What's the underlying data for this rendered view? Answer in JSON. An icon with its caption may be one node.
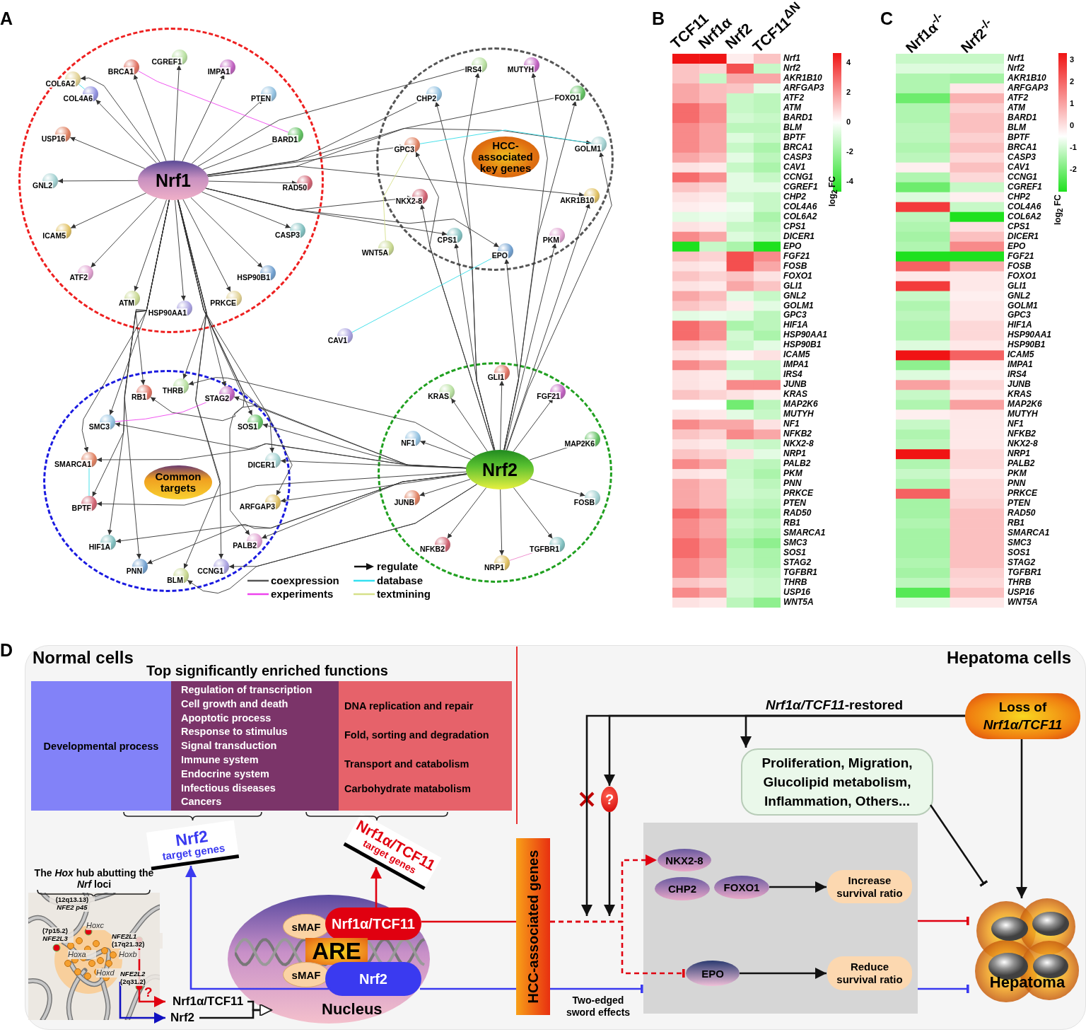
{
  "diagram": {
    "nodes": [
      {
        "text": [],
        "shape": "circle"
      },
      {
        "text": [
          "Nrf1"
        ],
        "in": 0
      },
      {
        "text": [
          "COL6A2"
        ],
        "in": 0
      },
      {
        "text": [
          "COL4A6"
        ],
        "in": 0
      },
      {
        "text": [
          "BRCA1"
        ],
        "in": 0
      },
      {
        "text": [
          "CGREF1"
        ],
        "in": 0
      },
      {
        "text": [
          "IMPA1"
        ],
        "in": 0
      },
      {
        "text": [
          "PTEN"
        ],
        "in": 0
      },
      {
        "text": [
          "BARD1"
        ],
        "in": 0
      },
      {
        "text": [
          "USP16"
        ],
        "in": 0
      },
      {
        "text": [
          "GNL2"
        ],
        "in": 0
      },
      {
        "text": [
          "RAD50"
        ],
        "in": 0
      },
      {
        "text": [
          "ICAM5"
        ],
        "in": 0
      },
      {
        "text": [
          "CASP3"
        ],
        "in": 0
      },
      {
        "text": [
          "ATF2"
        ],
        "in": 0
      },
      {
        "text": [
          "HSP90B1"
        ],
        "in": 0
      },
      {
        "text": [
          "ATM"
        ],
        "in": 0
      },
      {
        "text": [
          "HSP90AA1"
        ],
        "in": 0
      },
      {
        "text": [
          "PRKCE"
        ],
        "in": 0
      },
      {
        "text": [],
        "shape": "circle"
      },
      {
        "text": [
          "HCC-associated key genes"
        ],
        "in": 19
      },
      {
        "text": [
          "IRS4"
        ],
        "in": 19
      },
      {
        "text": [
          "MUTYH"
        ],
        "in": 19
      },
      {
        "text": [
          "CHP2"
        ],
        "in": 19
      },
      {
        "text": [
          "FOXO1"
        ],
        "in": 19
      },
      {
        "text": [
          "GPC3"
        ],
        "in": 19
      },
      {
        "text": [
          "GOLM1"
        ],
        "in": 19
      },
      {
        "text": [
          "NKX2-8"
        ],
        "in": 19
      },
      {
        "text": [
          "AKR1B10"
        ],
        "in": 19
      },
      {
        "text": [
          "CPS1"
        ],
        "in": 19
      },
      {
        "text": [
          "PKM"
        ],
        "in": 19
      },
      {
        "text": [
          "EPO"
        ],
        "in": 19
      },
      {
        "text": [
          "WNT5A"
        ]
      },
      {
        "text": [
          "CAV1"
        ]
      },
      {
        "text": [],
        "shape": "circle"
      },
      {
        "text": [
          "Common targets"
        ],
        "in": 34
      },
      {
        "text": [
          "RB1"
        ],
        "in": 34
      },
      {
        "text": [
          "THRB"
        ],
        "in": 34
      },
      {
        "text": [
          "STAG2"
        ],
        "in": 34
      },
      {
        "text": [
          "SMC3"
        ],
        "in": 34
      },
      {
        "text": [
          "SOS1"
        ],
        "in": 34
      },
      {
        "text": [
          "SMARCA1"
        ],
        "in": 34
      },
      {
        "text": [
          "DICER1"
        ],
        "in": 34
      },
      {
        "text": [
          "BPTF"
        ],
        "in": 34
      },
      {
        "text": [
          "ARFGAP3"
        ],
        "in": 34
      },
      {
        "text": [
          "HIF1A"
        ],
        "in": 34
      },
      {
        "text": [
          "PALB2"
        ],
        "in": 34
      },
      {
        "text": [
          "PNN"
        ],
        "in": 34
      },
      {
        "text": [
          "BLM"
        ],
        "in": 34
      },
      {
        "text": [
          "CCNG1"
        ],
        "in": 34
      },
      {
        "text": [],
        "shape": "circle"
      },
      {
        "text": [
          "Nrf2"
        ],
        "in": 50
      },
      {
        "text": [
          "GLI1"
        ],
        "in": 50
      },
      {
        "text": [
          "KRAS"
        ],
        "in": 50
      },
      {
        "text": [
          "FGF21"
        ],
        "in": 50
      },
      {
        "text": [
          "NF1"
        ],
        "in": 50
      },
      {
        "text": [
          "MAP2K6"
        ],
        "in": 50
      },
      {
        "text": [
          "JUNB"
        ],
        "in": 50
      },
      {
        "text": [
          "FOSB"
        ],
        "in": 50
      },
      {
        "text": [
          "NFKB2"
        ],
        "in": 50
      },
      {
        "text": [
          "NRP1"
        ],
        "in": 50
      },
      {
        "text": [
          "TGFBR1"
        ],
        "in": 50
      },
      {
        "text": [
          "Normal cells",
          "Hepatoma cells"
        ]
      },
      {
        "text": [
          "Developmental process"
        ],
        "in": 62
      },
      {
        "text": [
          "Regulation of transcription",
          "Cell growth and death",
          "Apoptotic process",
          "Response to stimulus",
          "Signal transduction",
          "Immune system",
          "Endocrine system",
          "Infectious diseases",
          "Cancers"
        ],
        "in": 62
      },
      {
        "text": [
          "DNA replication and repair",
          "Fold, sorting and degradation",
          "Transport and catabolism",
          "Carbohydrate matabolism"
        ],
        "in": 62
      },
      {
        "text": [
          "Nrf2",
          "target genes"
        ],
        "in": 62
      },
      {
        "text": [
          "Nrf1α/TCF11",
          "target genes"
        ],
        "in": 62
      },
      {
        "text": [
          "The *Hox* hub abutting the *Nrf* loci",
          "(12q13.13) *NFE2 p45*",
          "Hoxc",
          "(7p15.2) *NFE2L3*",
          "Hoxa",
          "*NFE2L1* (17q21.32)",
          "Hoxb",
          "Hoxd",
          "*NFE2L2* (2q31.2)"
        ],
        "in": 62
      },
      {
        "text": [
          "Nrf1α/TCF11"
        ],
        "in": 62
      },
      {
        "text": [
          "Nrf2"
        ],
        "in": 62
      },
      {
        "text": [
          "Nucleus"
        ],
        "in": 62
      },
      {
        "text": [
          "sMAF"
        ],
        "in": 71
      },
      {
        "text": [
          "Nrf1α/TCF11"
        ],
        "in": 71
      },
      {
        "text": [
          "ARE"
        ],
        "in": 71
      },
      {
        "text": [
          "sMAF"
        ],
        "in": 71
      },
      {
        "text": [
          "Nrf2"
        ],
        "in": 71
      },
      {
        "text": [
          "HCC-associated genes"
        ],
        "in": 62
      },
      {
        "text": [
          "Loss of *Nrf1α/TCF11*"
        ],
        "in": 62
      },
      {
        "text": [
          "?"
        ],
        "in": 62
      },
      {
        "text": [
          "Proliferation, Migration, Glucolipid metabolism, Inflammation, Others..."
        ],
        "in": 62
      },
      {
        "text": [],
        "shape": "box",
        "in": 62
      },
      {
        "text": [
          "NKX2-8"
        ],
        "in": 81
      },
      {
        "text": [
          "CHP2"
        ],
        "in": 81
      },
      {
        "text": [
          "FOXO1"
        ],
        "in": 81
      },
      {
        "text": [
          "Increase survival ratio"
        ],
        "in": 81
      },
      {
        "text": [
          "EPO"
        ],
        "in": 81
      },
      {
        "text": [
          "Reduce survival ratio"
        ],
        "in": 81
      },
      {
        "text": [
          "Hepatoma"
        ],
        "in": 62
      }
    ],
    "edges": [
      {
        "from": 1,
        "to": 2,
        "arrow": "to"
      },
      {
        "from": 1,
        "to": 3,
        "arrow": "to"
      },
      {
        "from": 1,
        "to": 4,
        "arrow": "to"
      },
      {
        "from": 1,
        "to": 5,
        "arrow": "to"
      },
      {
        "from": 1,
        "to": 6,
        "arrow": "to"
      },
      {
        "from": 1,
        "to": 7,
        "arrow": "to"
      },
      {
        "from": 1,
        "to": 8,
        "arrow": "to"
      },
      {
        "from": 1,
        "to": 9,
        "arrow": "to"
      },
      {
        "from": 1,
        "to": 10,
        "arrow": "to"
      },
      {
        "from": 1,
        "to": 11,
        "arrow": "to"
      },
      {
        "from": 1,
        "to": 12,
        "arrow": "to"
      },
      {
        "from": 1,
        "to": 13,
        "arrow": "to"
      },
      {
        "from": 1,
        "to": 14,
        "arrow": "to"
      },
      {
        "from": 1,
        "to": 15,
        "arrow": "to"
      },
      {
        "from": 1,
        "to": 16,
        "arrow": "to"
      },
      {
        "from": 1,
        "to": 17,
        "arrow": "to"
      },
      {
        "from": 1,
        "to": 18,
        "arrow": "to"
      },
      {
        "from": 1,
        "to": 21,
        "arrow": "to"
      },
      {
        "from": 1,
        "to": 23,
        "arrow": "to"
      },
      {
        "from": 1,
        "to": 24,
        "arrow": "to"
      },
      {
        "from": 1,
        "to": 25,
        "arrow": "to"
      },
      {
        "from": 1,
        "to": 26,
        "arrow": "to"
      },
      {
        "from": 1,
        "to": 27,
        "arrow": "to"
      },
      {
        "from": 1,
        "to": 28,
        "arrow": "to"
      },
      {
        "from": 1,
        "to": 29,
        "arrow": "to"
      },
      {
        "from": 1,
        "to": 31,
        "arrow": "to"
      },
      {
        "from": 1,
        "to": 36,
        "arrow": "to"
      },
      {
        "from": 1,
        "to": 37,
        "arrow": "to"
      },
      {
        "from": 1,
        "to": 38,
        "arrow": "to"
      },
      {
        "from": 1,
        "to": 39,
        "arrow": "to"
      },
      {
        "from": 1,
        "to": 40,
        "arrow": "to"
      },
      {
        "from": 1,
        "to": 41,
        "arrow": "to"
      },
      {
        "from": 1,
        "to": 42,
        "arrow": "to"
      },
      {
        "from": 1,
        "to": 43,
        "arrow": "to"
      },
      {
        "from": 1,
        "to": 44,
        "arrow": "to"
      },
      {
        "from": 1,
        "to": 45,
        "arrow": "to"
      },
      {
        "from": 1,
        "to": 46,
        "arrow": "to"
      },
      {
        "from": 1,
        "to": 47,
        "arrow": "to"
      },
      {
        "from": 1,
        "to": 48,
        "arrow": "to"
      },
      {
        "from": 1,
        "to": 49,
        "arrow": "to"
      },
      {
        "from": 51,
        "to": 52,
        "arrow": "to"
      },
      {
        "from": 51,
        "to": 53,
        "arrow": "to"
      },
      {
        "from": 51,
        "to": 54,
        "arrow": "to"
      },
      {
        "from": 51,
        "to": 55,
        "arrow": "to"
      },
      {
        "from": 51,
        "to": 56,
        "arrow": "to"
      },
      {
        "from": 51,
        "to": 57,
        "arrow": "to"
      },
      {
        "from": 51,
        "to": 58,
        "arrow": "to"
      },
      {
        "from": 51,
        "to": 59,
        "arrow": "to"
      },
      {
        "from": 51,
        "to": 60,
        "arrow": "to"
      },
      {
        "from": 51,
        "to": 61,
        "arrow": "to"
      },
      {
        "from": 51,
        "to": 21,
        "arrow": "to"
      },
      {
        "from": 51,
        "to": 22,
        "arrow": "to"
      },
      {
        "from": 51,
        "to": 23,
        "arrow": "to"
      },
      {
        "from": 51,
        "to": 24,
        "arrow": "to"
      },
      {
        "from": 51,
        "to": 25,
        "arrow": "to"
      },
      {
        "from": 51,
        "to": 26,
        "arrow": "to"
      },
      {
        "from": 51,
        "to": 27,
        "arrow": "to"
      },
      {
        "from": 51,
        "to": 28,
        "arrow": "to"
      },
      {
        "from": 51,
        "to": 29,
        "arrow": "to"
      },
      {
        "from": 51,
        "to": 30,
        "arrow": "to"
      },
      {
        "from": 51,
        "to": 31,
        "arrow": "to"
      },
      {
        "from": 51,
        "to": 36,
        "arrow": "to"
      },
      {
        "from": 51,
        "to": 37,
        "arrow": "to"
      },
      {
        "from": 51,
        "to": 38,
        "arrow": "to"
      },
      {
        "from": 51,
        "to": 39,
        "arrow": "to"
      },
      {
        "from": 51,
        "to": 40,
        "arrow": "to"
      },
      {
        "from": 51,
        "to": 41,
        "arrow": "to"
      },
      {
        "from": 51,
        "to": 42,
        "arrow": "to"
      },
      {
        "from": 51,
        "to": 43,
        "arrow": "to"
      },
      {
        "from": 51,
        "to": 44,
        "arrow": "to"
      },
      {
        "from": 51,
        "to": 45,
        "arrow": "to"
      },
      {
        "from": 51,
        "to": 46,
        "arrow": "to"
      },
      {
        "from": 51,
        "to": 47,
        "arrow": "to"
      },
      {
        "from": 51,
        "to": 48,
        "arrow": "to"
      },
      {
        "from": 51,
        "to": 49,
        "arrow": "to"
      },
      {
        "from": 4,
        "to": 8,
        "arrow": "none",
        "color": "#ee44ee"
      },
      {
        "from": 2,
        "to": 3,
        "arrow": "none",
        "color": "#33dde8"
      },
      {
        "from": 25,
        "to": 26,
        "arrow": "none",
        "color": "#33dde8"
      },
      {
        "from": 39,
        "to": 38,
        "arrow": "none",
        "color": "#ee44ee"
      },
      {
        "from": 41,
        "to": 43,
        "arrow": "none",
        "color": "#33dde8"
      },
      {
        "from": 60,
        "to": 61,
        "arrow": "none",
        "color": "#ee88cc"
      },
      {
        "from": 25,
        "to": 32,
        "arrow": "none",
        "color": "#d6e08a"
      },
      {
        "from": 31,
        "to": 33,
        "arrow": "none",
        "color": "#33dde8"
      },
      {
        "from": 76,
        "to": 66,
        "arrow": "to",
        "color": "#3a3af0"
      },
      {
        "from": 73,
        "to": 67,
        "arrow": "to",
        "color": "#e00010"
      },
      {
        "from": 68,
        "to": 69,
        "arrow": "to",
        "label": "?",
        "color": "#e00010"
      },
      {
        "from": 68,
        "to": 70,
        "arrow": "to",
        "color": "#1010c0"
      },
      {
        "from": 69,
        "to": 71,
        "arrow": "to"
      },
      {
        "from": 70,
        "to": 71,
        "arrow": "to"
      },
      {
        "from": 73,
        "to": 77,
        "arrow": "none",
        "color": "#e00010"
      },
      {
        "from": 76,
        "to": 77,
        "arrow": "none",
        "color": "#3a3af0"
      },
      {
        "from": 77,
        "to": 82,
        "arrow": "to",
        "style": "dashed",
        "color": "#e00010"
      },
      {
        "from": 77,
        "to": 86,
        "arrow": "other",
        "style": "dashed",
        "color": "#e00010"
      },
      {
        "from": 77,
        "to": 81,
        "arrow": "other",
        "label": "Two-edged sword effects",
        "color": "#3a3af0"
      },
      {
        "from": 78,
        "to": 80,
        "arrow": "to",
        "label": "*Nrf1α/TCF11*-restored"
      },
      {
        "from": 78,
        "to": 79,
        "arrow": "to"
      },
      {
        "from": 79,
        "to": null,
        "arrow": "to"
      },
      {
        "from": 78,
        "to": null,
        "arrow": "to"
      },
      {
        "from": 80,
        "to": 88,
        "arrow": "other"
      },
      {
        "from": 78,
        "to": 88,
        "arrow": "to"
      },
      {
        "from": 84,
        "to": 85,
        "arrow": "to"
      },
      {
        "from": 86,
        "to": 87,
        "arrow": "to"
      },
      {
        "from": 81,
        "to": 88,
        "arrow": "other",
        "color": "#e00010"
      },
      {
        "from": 81,
        "to": 88,
        "arrow": "other",
        "color": "#3a3af0"
      }
    ],
    "labels": [
      "A",
      "B",
      "C",
      "D",
      "TCF11",
      "Nrf1α",
      "Nrf2",
      "TCF11$^{ΔN}$",
      "Nrf1",
      "Nrf2",
      "AKR1B10",
      "ARFGAP3",
      "ATF2",
      "ATM",
      "BARD1",
      "BLM",
      "BPTF",
      "BRCA1",
      "CASP3",
      "CAV1",
      "CCNG1",
      "CGREF1",
      "CHP2",
      "COL4A6",
      "COL6A2",
      "CPS1",
      "DICER1",
      "EPO",
      "FGF21",
      "FOSB",
      "FOXO1",
      "GLI1",
      "GNL2",
      "GOLM1",
      "GPC3",
      "HIF1A",
      "HSP90AA1",
      "HSP90B1",
      "ICAM5",
      "IMPA1",
      "IRS4",
      "JUNB",
      "KRAS",
      "MAP2K6",
      "MUTYH",
      "NF1",
      "NFKB2",
      "NKX2-8",
      "NRP1",
      "PALB2",
      "PKM",
      "PNN",
      "PRKCE",
      "PTEN",
      "RAD50",
      "RB1",
      "SMARCA1",
      "SMC3",
      "SOS1",
      "STAG2",
      "TGFBR1",
      "THRB",
      "USP16",
      "WNT5A",
      "4",
      "2",
      "0",
      "-2",
      "-4",
      "log$_{2}$ FC",
      "Nrf1α$^{-/-}$",
      "Nrf2$^{-/-}$",
      "Nrf1",
      "Nrf2",
      "AKR1B10",
      "ARFGAP3",
      "ATF2",
      "ATM",
      "BARD1",
      "BLM",
      "BPTF",
      "BRCA1",
      "CASP3",
      "CAV1",
      "CCNG1",
      "CGREF1",
      "CHP2",
      "COL4A6",
      "COL6A2",
      "CPS1",
      "DICER1",
      "EPO",
      "FGF21",
      "FOSB",
      "FOXO1",
      "GLI1",
      "GNL2",
      "GOLM1",
      "GPC3",
      "HIF1A",
      "HSP90AA1",
      "HSP90B1",
      "ICAM5",
      "IMPA1",
      "IRS4",
      "JUNB",
      "KRAS",
      "MAP2K6",
      "MUTYH",
      "NF1",
      "NFKB2",
      "NKX2-8",
      "NRP1",
      "PALB2",
      "PKM",
      "PNN",
      "PRKCE",
      "PTEN",
      "RAD50",
      "RB1",
      "SMARCA1",
      "SMC3",
      "SOS1",
      "STAG2",
      "TGFBR1",
      "THRB",
      "USP16",
      "WNT5A",
      "3",
      "2",
      "1",
      "0",
      "-1",
      "-2",
      "log$_{2}$ FC",
      "Top significantly enriched functions"
    ],
    "legend": [
      {
        "text": "coexpression"
      },
      {
        "text": "experiments"
      },
      {
        "text": "regulate"
      },
      {
        "text": "database"
      },
      {
        "text": "textmining"
      }
    ]
  }
}
